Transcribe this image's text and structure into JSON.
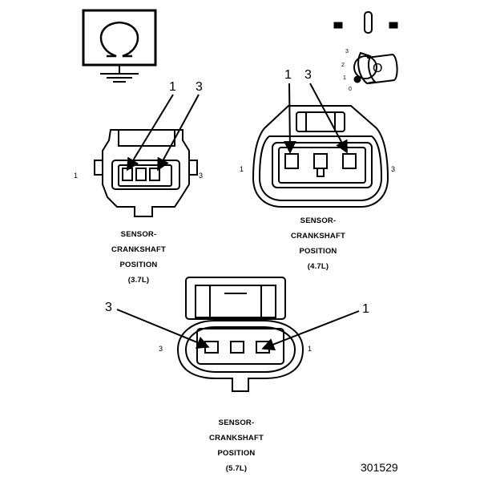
{
  "meter_symbol": {
    "icon": "ohm-ground-icon",
    "text": "Ω"
  },
  "ignition_key": {
    "icon": "ignition-key-icon",
    "positions": [
      "3",
      "2",
      "1",
      "0"
    ],
    "key_letter": "O"
  },
  "connectors": [
    {
      "id": "3.7L",
      "caption": [
        "SENSOR-",
        "CRANKSHAFT",
        "POSITION",
        "(3.7L)"
      ],
      "pin_left": "1",
      "pin_right": "3",
      "callouts": [
        "1",
        "3"
      ]
    },
    {
      "id": "4.7L",
      "caption": [
        "SENSOR-",
        "CRANKSHAFT",
        "POSITION",
        "(4.7L)"
      ],
      "pin_left": "1",
      "pin_right": "3",
      "callouts": [
        "1",
        "3"
      ]
    },
    {
      "id": "5.7L",
      "caption": [
        "SENSOR-",
        "CRANKSHAFT",
        "POSITION",
        "(5.7L)"
      ],
      "pin_left": "3",
      "pin_right": "1",
      "callouts": [
        "3",
        "1"
      ]
    }
  ],
  "figure_number": "301529"
}
